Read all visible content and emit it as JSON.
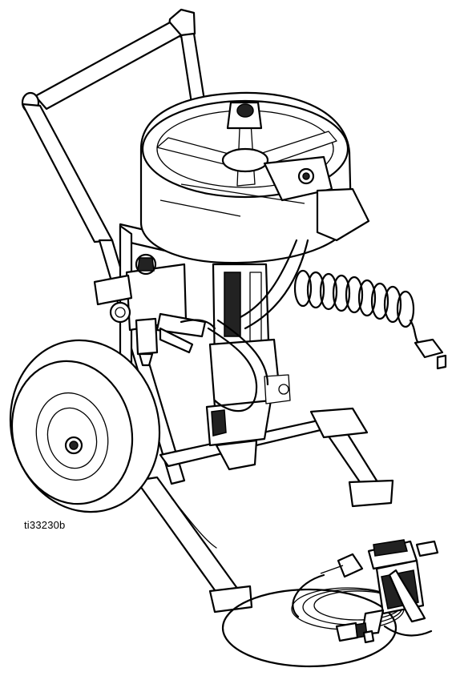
{
  "figure": {
    "label": "ti33230b"
  },
  "parts": {
    "cart_frame": "cart-frame",
    "motor": "air-motor",
    "wheel": "wheel",
    "pump": "fluid-pump",
    "coil_hose": "coil-hose",
    "air_regulator": "air-regulator",
    "spray_gun": "spray-gun",
    "fluid_hose": "fluid-hose"
  }
}
